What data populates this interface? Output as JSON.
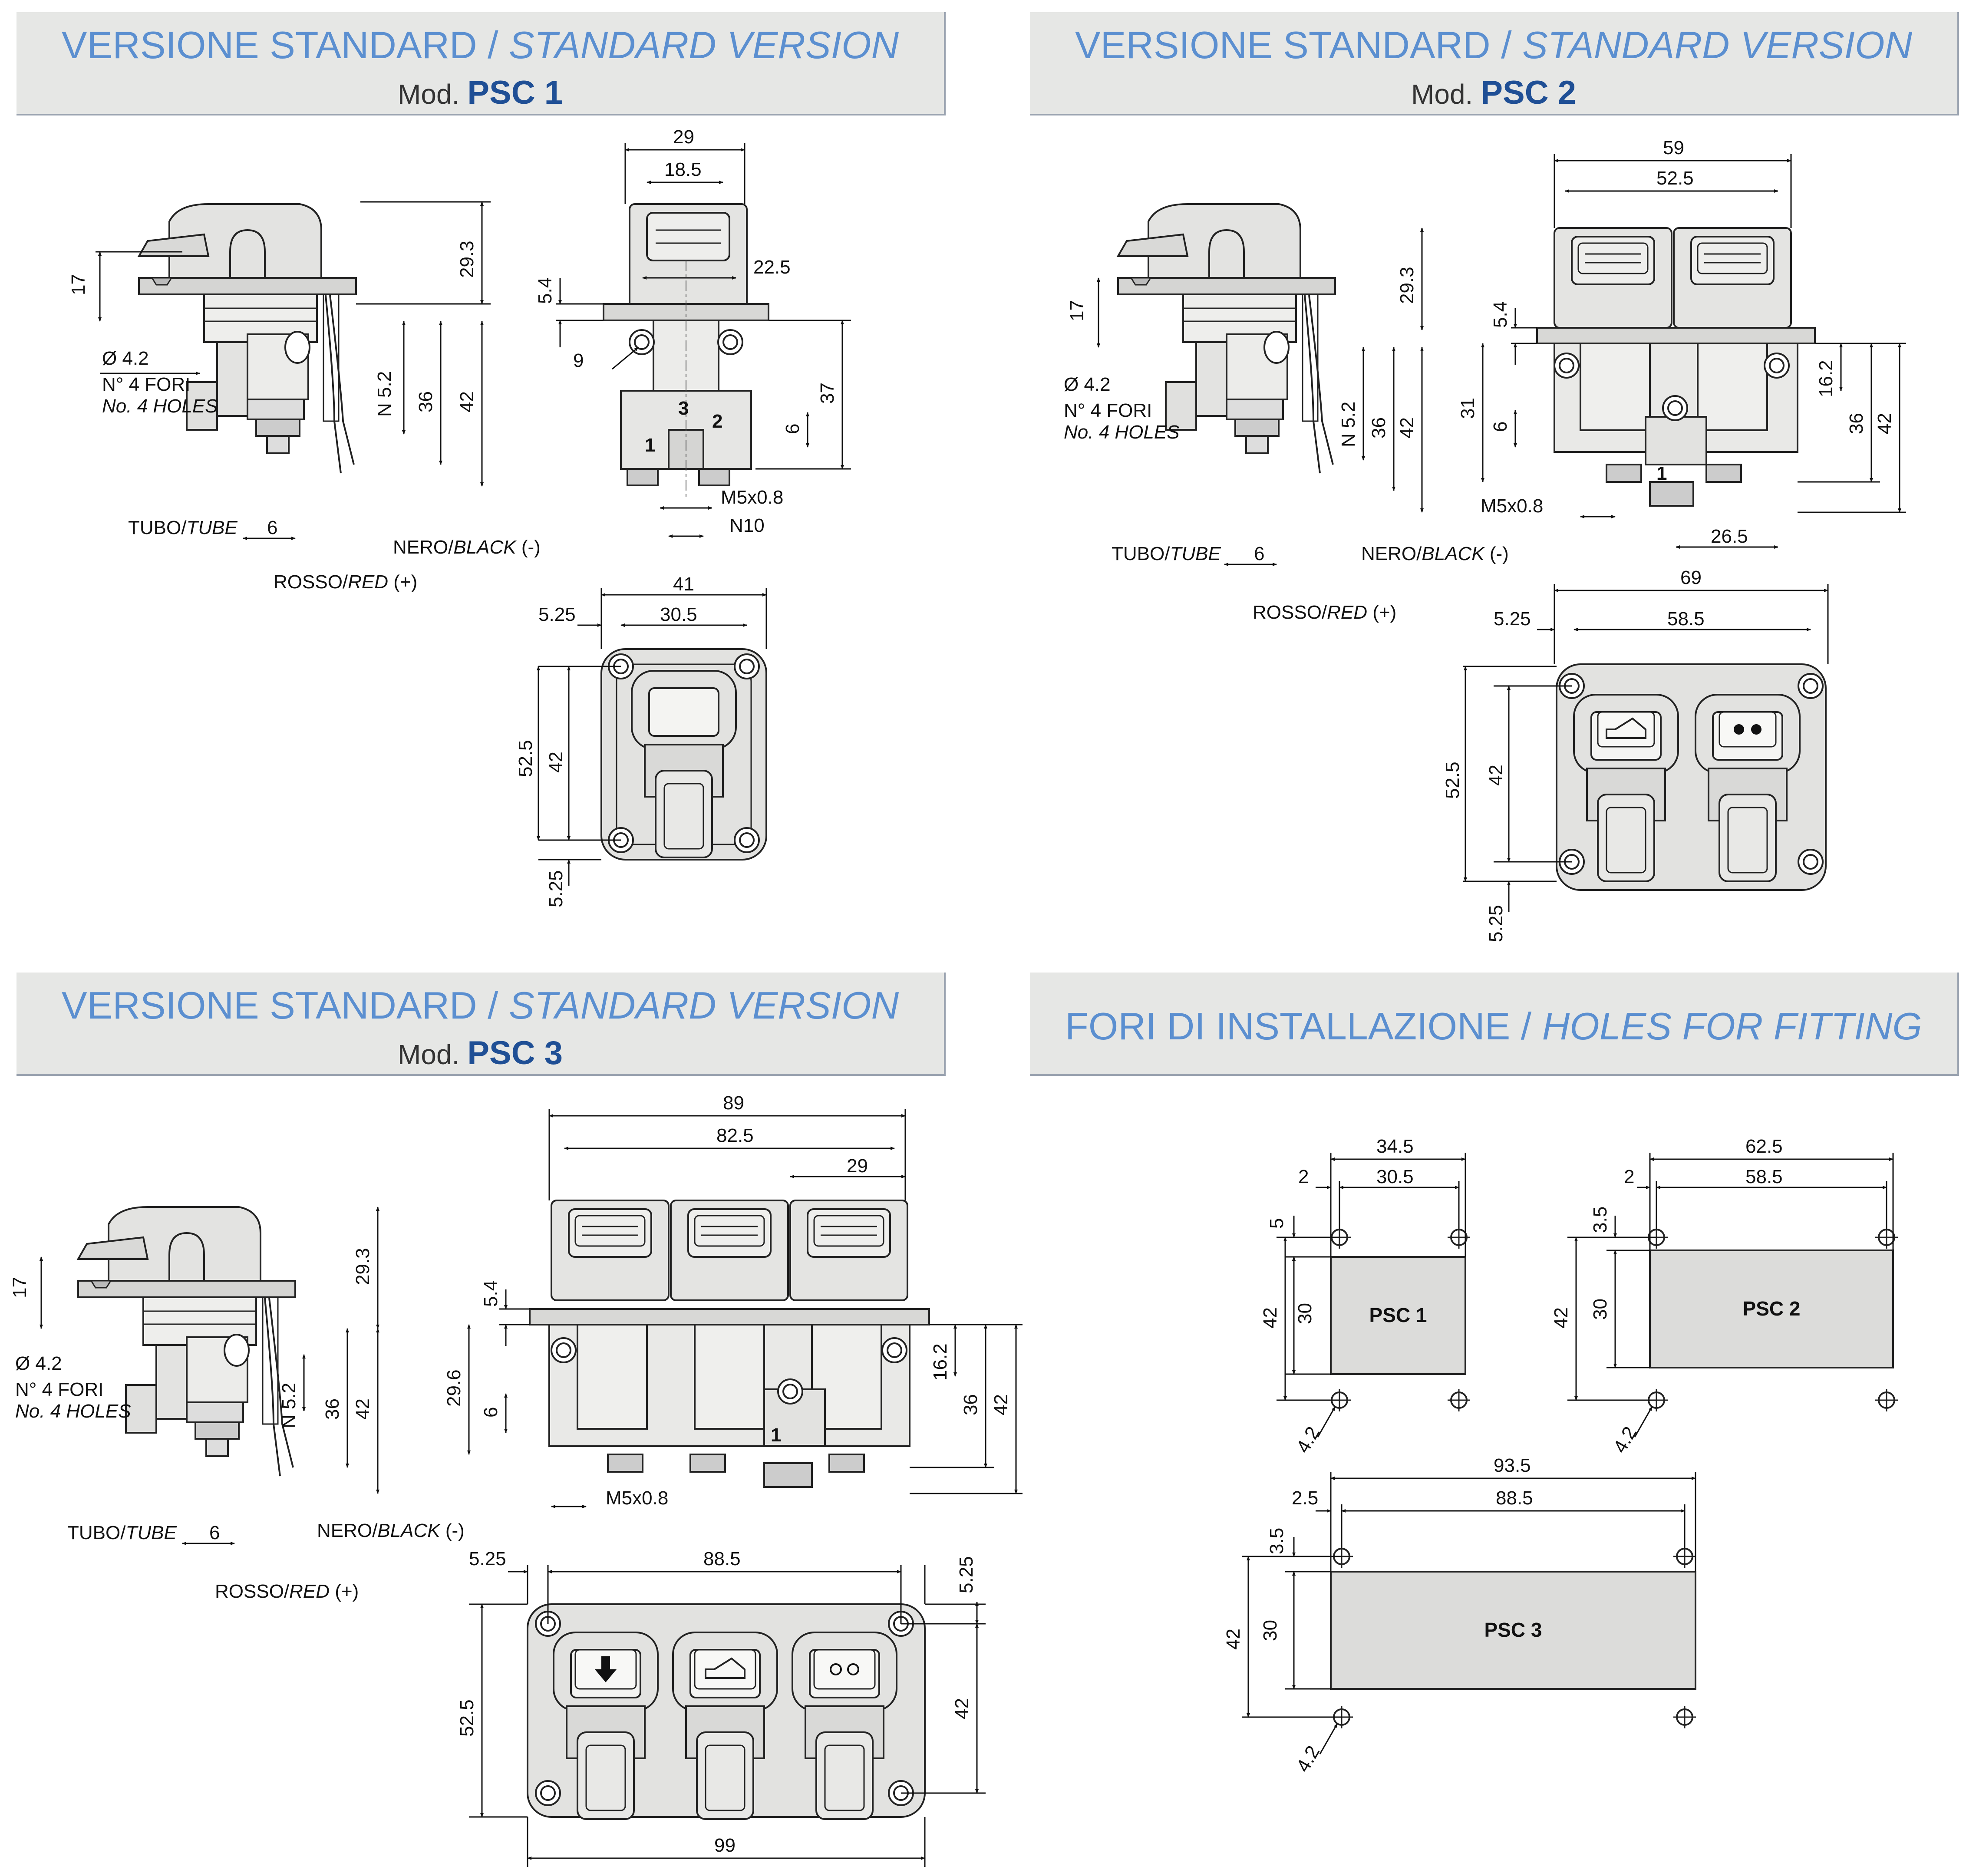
{
  "panels": [
    {
      "title_a": "VERSIONE STANDARD",
      "sep": " / ",
      "title_b": "STANDARD VERSION",
      "mod_label": "Mod.",
      "model": "PSC 1"
    },
    {
      "title_a": "VERSIONE STANDARD",
      "sep": " / ",
      "title_b": "STANDARD VERSION",
      "mod_label": "Mod.",
      "model": "PSC 2"
    },
    {
      "title_a": "VERSIONE STANDARD",
      "sep": " / ",
      "title_b": "STANDARD VERSION",
      "mod_label": "Mod.",
      "model": "PSC 3"
    },
    {
      "title_a": "FORI DI INSTALLAZIONE",
      "sep": " / ",
      "title_b": "HOLES FOR FITTING"
    }
  ],
  "labels": {
    "dia": "Ø 4.2",
    "holes_it": "N° 4 FORI",
    "holes_en": "No. 4 HOLES",
    "tube_it": "TUBO/",
    "tube_en": "TUBE",
    "black_it": "NERO/",
    "black_en": "BLACK",
    "black_sign": " (-)",
    "red_it": "ROSSO/",
    "red_en": "RED",
    "red_sign": " (+)",
    "thread": "M5x0.8",
    "n10": "N10",
    "port1": "1",
    "port2": "2",
    "port3": "3"
  },
  "dims": {
    "psc1_side": [
      "17",
      "29.3",
      "N 5.2",
      "36",
      "42",
      "6"
    ],
    "psc1_front": [
      "29",
      "18.5",
      "22.5",
      "5.4",
      "9",
      "37",
      "6"
    ],
    "psc1_top": [
      "41",
      "5.25",
      "30.5",
      "52.5",
      "42",
      "5.25"
    ],
    "psc2_side": [
      "17",
      "29.3",
      "N 5.2",
      "36",
      "42",
      "6"
    ],
    "psc2_front": [
      "59",
      "52.5",
      "5.4",
      "31",
      "6",
      "16.2",
      "36",
      "42",
      "26.5"
    ],
    "psc2_top": [
      "69",
      "5.25",
      "58.5",
      "52.5",
      "42",
      "5.25"
    ],
    "psc3_side": [
      "17",
      "29.3",
      "N 5.2",
      "36",
      "42",
      "6"
    ],
    "psc3_front": [
      "89",
      "82.5",
      "29",
      "5.4",
      "29.6",
      "6",
      "16.2",
      "36",
      "42"
    ],
    "psc3_top": [
      "5.25",
      "88.5",
      "5.25",
      "52.5",
      "42",
      "99"
    ],
    "holes_psc1": [
      "34.5",
      "2",
      "30.5",
      "5",
      "42",
      "30",
      "4.2"
    ],
    "holes_psc2": [
      "62.5",
      "2",
      "58.5",
      "3.5",
      "42",
      "30",
      "4.2"
    ],
    "holes_psc3": [
      "93.5",
      "2.5",
      "88.5",
      "3.5",
      "42",
      "30",
      "4.2"
    ]
  },
  "boxes": [
    "PSC 1",
    "PSC 2",
    "PSC 3"
  ]
}
